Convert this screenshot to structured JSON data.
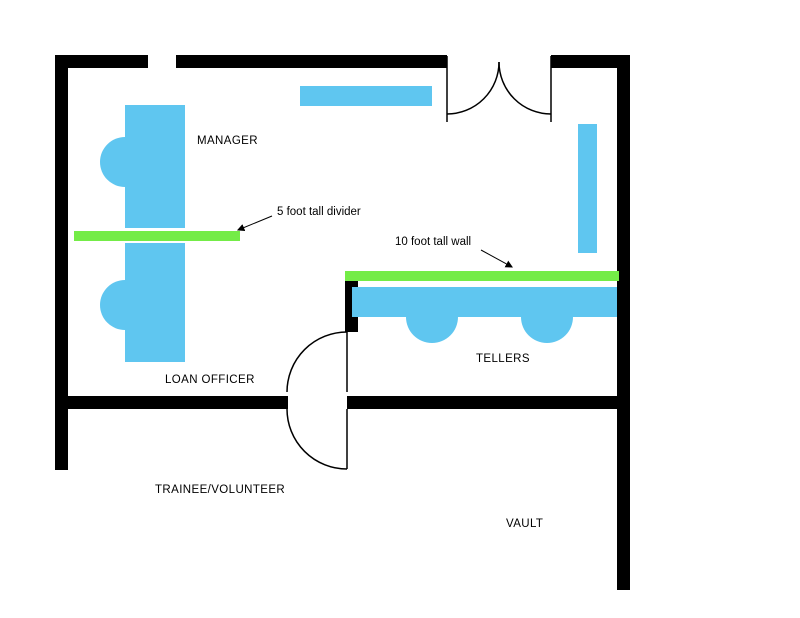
{
  "colors": {
    "wall": "#000000",
    "furniture": "#5FC6F0",
    "divider": "#74EC47",
    "line": "#000000",
    "text": "#000000",
    "background": "#ffffff"
  },
  "labels": {
    "manager": "MANAGER",
    "loan_officer": "LOAN OFFICER",
    "tellers": "TELLERS",
    "trainee": "TRAINEE/VOLUNTEER",
    "vault": "VAULT"
  },
  "annotations": {
    "divider_note": "5 foot tall divider",
    "wall_note": "10 foot tall wall"
  }
}
